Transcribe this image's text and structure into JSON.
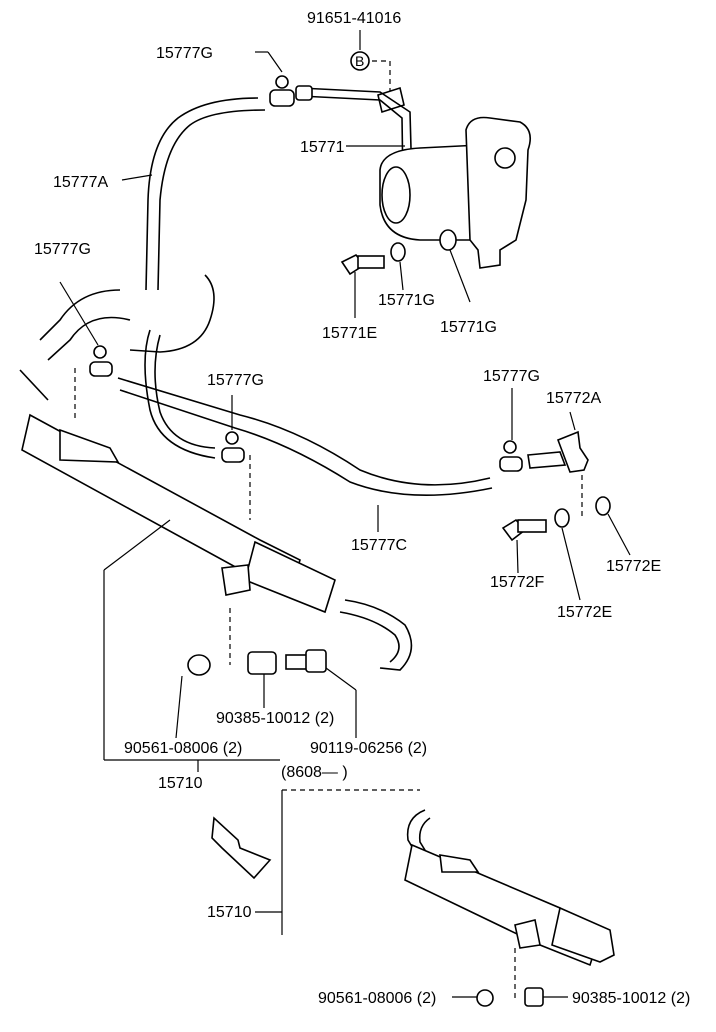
{
  "diagram": {
    "callouts": {
      "top_bolt": "91651-41016",
      "clamp_top": "15777G",
      "tube_main": "15771",
      "hose_a": "15777A",
      "clamp_left": "15777G",
      "clamp_mid": "15777G",
      "clamp_right": "15777G",
      "bracket": "15772A",
      "washer_a": "15771G",
      "washer_b": "15771G",
      "bolt_e": "15771E",
      "hose_c": "15777C",
      "washer_772e_a": "15772E",
      "bolt_772f": "15772F",
      "washer_772e_b": "15772E",
      "nut_90385": "90385-10012 (2)",
      "bolt_90119": "90119-06256 (2)",
      "cushion_90561": "90561-08006 (2)",
      "assembly_main": "15710",
      "date_range": "(8608—     )",
      "assembly_alt": "15710",
      "cushion_bottom": "90561-08006 (2)",
      "nut_bottom": "90385-10012 (2)"
    },
    "badge": "B"
  }
}
